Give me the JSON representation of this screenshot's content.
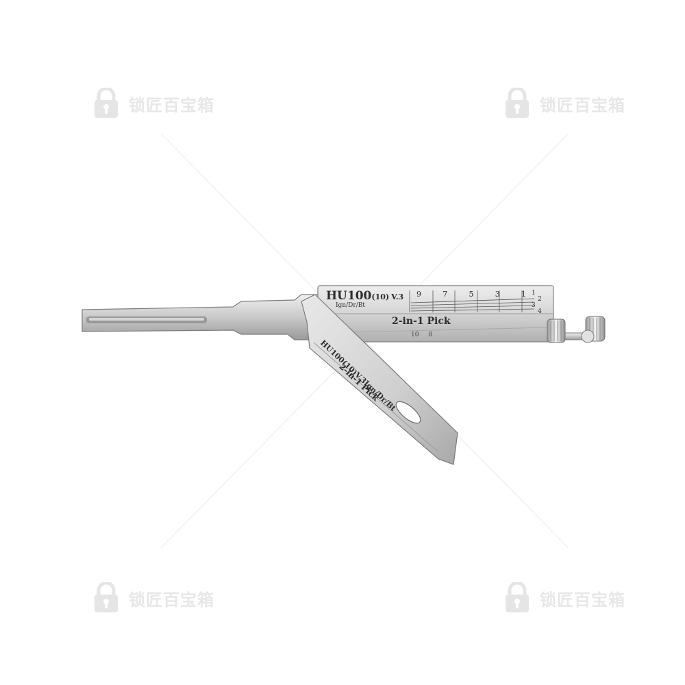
{
  "watermark": {
    "brand_text": "锁匠百宝箱",
    "icon": "padlock-logo-icon"
  },
  "tool": {
    "icon": "lock-pick-tool-icon",
    "main_model": "HU100",
    "main_variant": "(10)",
    "main_version": "V.3",
    "main_subtitle": "Ign/Dr/Bt",
    "main_positions": [
      "9",
      "7",
      "5",
      "3",
      "1"
    ],
    "main_depths": [
      "1",
      "2",
      "3",
      "4"
    ],
    "main_label": "2-in-1 Pick",
    "lower_positions": [
      "10",
      "8"
    ],
    "arm_model": "HU100(10)V.3Ign/Dr/Bt",
    "arm_label": "2-in-1 Pick"
  },
  "colors": {
    "metal_light": "#e6e6e6",
    "metal_mid": "#c8c8c8",
    "metal_dark": "#8d8d8d",
    "engraving": "#2c2c2c",
    "watermark": "#d0d0d0"
  }
}
